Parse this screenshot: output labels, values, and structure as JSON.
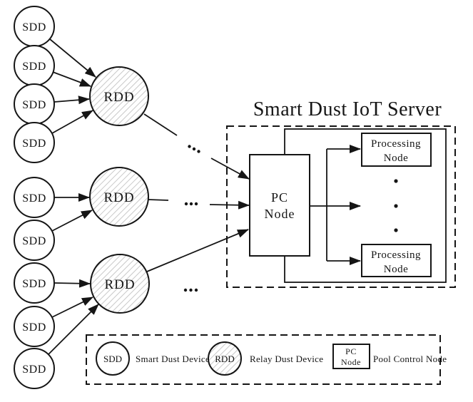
{
  "title": "Smart Dust IoT Server",
  "nodes": {
    "sdd": "SDD",
    "rdd": "RDD",
    "pc_line1": "PC",
    "pc_line2": "Node",
    "processing_line1": "Processing",
    "processing_line2": "Node"
  },
  "structure": {
    "sdd_count": 9,
    "rdd_count": 3,
    "sdd_per_rdd_group": [
      4,
      2,
      3
    ],
    "processing_nodes_visible": 2
  },
  "legend": {
    "items": [
      {
        "symbol": "SDD",
        "symbol_shape": "circle",
        "label": "Smart Dust Device"
      },
      {
        "symbol": "RDD",
        "symbol_shape": "circle-hatched",
        "label": "Relay Dust Device"
      },
      {
        "symbol_line1": "PC",
        "symbol_line2": "Node",
        "symbol_shape": "rect",
        "label": "Pool Control Node"
      }
    ]
  },
  "colors": {
    "stroke": "#151515",
    "hatch": "#c9c9c9",
    "background": "#ffffff"
  }
}
